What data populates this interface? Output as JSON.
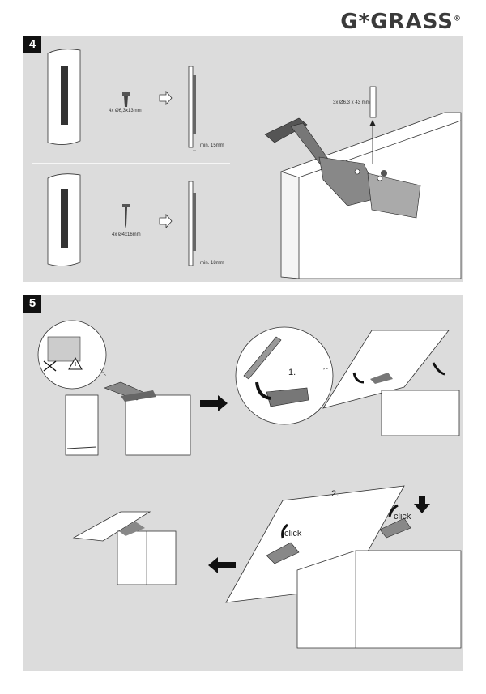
{
  "brand": {
    "logo_text": "G*GRASS",
    "registered_mark": "®"
  },
  "steps": [
    {
      "number": "4",
      "upper": {
        "screw_spec": "4x Ø6,3x13mm",
        "min_label": "min. 15mm"
      },
      "lower": {
        "screw_spec": "4x Ø4x16mm",
        "min_label": "min. 18mm"
      },
      "bolt_spec": "3x Ø6,3 x 43 mm"
    },
    {
      "number": "5",
      "label_1": "1.",
      "label_2": "2.",
      "click_left": "click",
      "click_right": "click"
    }
  ],
  "colors": {
    "panel": "#dcdcdc",
    "badge": "#111111",
    "line": "#222222"
  }
}
